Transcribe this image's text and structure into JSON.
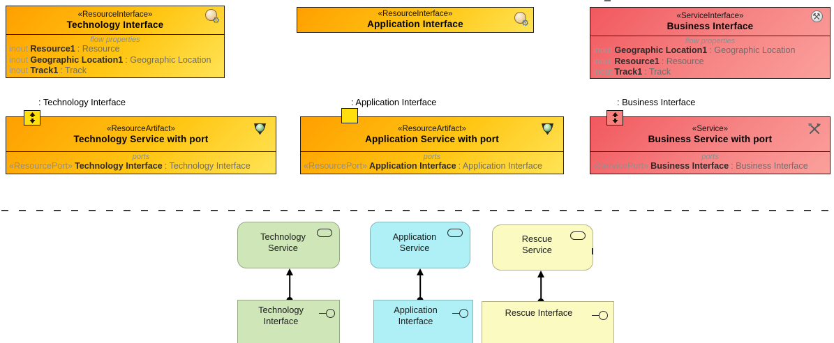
{
  "top_boxes": [
    {
      "stereotype": "«ResourceInterface»",
      "name": "Technology Interface",
      "icon": "resource-interface-icon",
      "compartment_label": "flow properties",
      "props": [
        {
          "dir": "inout",
          "name": "Resource1",
          "type": ": Resource"
        },
        {
          "dir": "inout",
          "name": "Geographic Location1",
          "type": ": Geographic Location"
        },
        {
          "dir": "inout",
          "name": "Track1",
          "type": ": Track"
        }
      ]
    },
    {
      "stereotype": "«ResourceInterface»",
      "name": "Application Interface",
      "icon": "resource-interface-icon"
    },
    {
      "stereotype": "«ServiceInterface»",
      "name": "Business Interface",
      "icon": "service-interface-icon",
      "compartment_label": "flow properties",
      "props": [
        {
          "dir": "inout",
          "name": "Geographic Location1",
          "type": ": Geographic Location"
        },
        {
          "dir": "inout",
          "name": "Resource1",
          "type": ": Resource"
        },
        {
          "dir": "inout",
          "name": "Track1",
          "type": ": Track"
        }
      ]
    }
  ],
  "middle_boxes": [
    {
      "instance_label": ": Technology Interface",
      "stereotype": "«ResourceArtifact»",
      "name": "Technology Service with port",
      "icon": "resource-artifact-icon",
      "compartment_label": "ports",
      "port": {
        "stereotype": "«ResourcePort»",
        "name": "Technology Interface",
        "type": ": Technology Interface"
      }
    },
    {
      "instance_label": ": Application Interface",
      "stereotype": "«ResourceArtifact»",
      "name": "Application Service with port",
      "icon": "resource-artifact-icon",
      "compartment_label": "ports",
      "port": {
        "stereotype": "«ResourcePort»",
        "name": "Application Interface",
        "type": ": Application Interface"
      }
    },
    {
      "instance_label": ": Business Interface",
      "stereotype": "«Service»",
      "name": "Business Service with port",
      "icon": "crossed-tools-icon",
      "compartment_label": "ports",
      "port": {
        "stereotype": "«ServicePort»",
        "name": "Business Interface",
        "type": ": Business Interface"
      }
    }
  ],
  "bottom": {
    "services": [
      {
        "name": "Technology\nService"
      },
      {
        "name": "Application\nService"
      },
      {
        "name": "Rescue\nService"
      }
    ],
    "interfaces": [
      {
        "name": "Technology\nInterface"
      },
      {
        "name": "Application\nInterface"
      },
      {
        "name": "Rescue Interface"
      }
    ]
  },
  "icons": {
    "gear": "⚙",
    "crossed_tools": "⚒"
  },
  "colors": {
    "resource_orange": "#ffb300",
    "service_pink": "#f4686c",
    "port_yellow": "#ffdf0e",
    "tech_green": "#cfe7b8",
    "app_cyan": "#aef0f6",
    "rescue_yellow": "#fbfbc1"
  }
}
